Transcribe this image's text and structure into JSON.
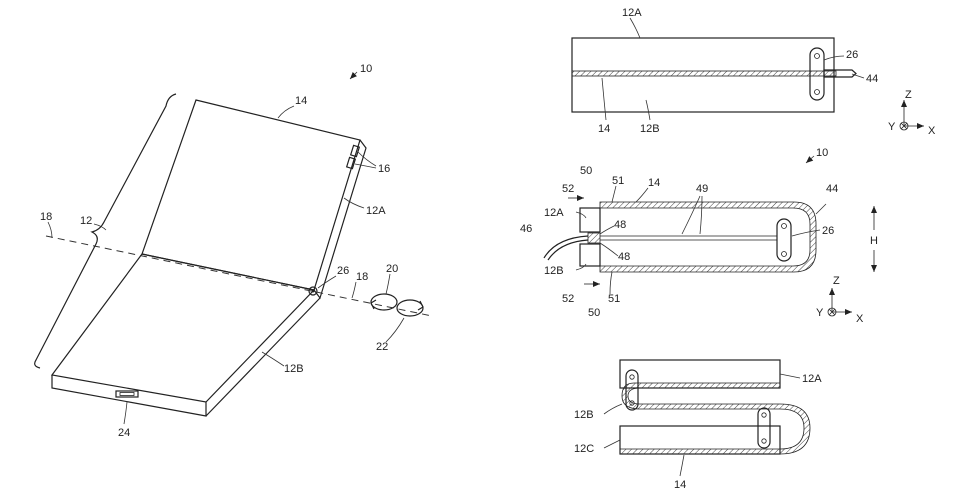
{
  "figure_a": {
    "ref_10": "10",
    "ref_14": "14",
    "ref_16": "16",
    "ref_12A": "12A",
    "ref_12": "12",
    "ref_18a": "18",
    "ref_18b": "18",
    "ref_26": "26",
    "ref_20": "20",
    "ref_22": "22",
    "ref_12B": "12B",
    "ref_24": "24"
  },
  "figure_b": {
    "ref_12A": "12A",
    "ref_26": "26",
    "ref_44": "44",
    "ref_14": "14",
    "ref_12B": "12B",
    "axis_z": "Z",
    "axis_y": "Y",
    "axis_x": "X"
  },
  "figure_c": {
    "ref_10": "10",
    "ref_50a": "50",
    "ref_51a": "51",
    "ref_14": "14",
    "ref_52a": "52",
    "ref_49": "49",
    "ref_44": "44",
    "ref_12A": "12A",
    "ref_48a": "48",
    "ref_46": "46",
    "ref_26": "26",
    "ref_48b": "48",
    "ref_12B": "12B",
    "ref_52b": "52",
    "ref_51b": "51",
    "ref_50b": "50",
    "dim_h": "H",
    "axis_z": "Z",
    "axis_y": "Y",
    "axis_x": "X"
  },
  "figure_d": {
    "ref_12A": "12A",
    "ref_12B": "12B",
    "ref_12C": "12C",
    "ref_14": "14"
  }
}
